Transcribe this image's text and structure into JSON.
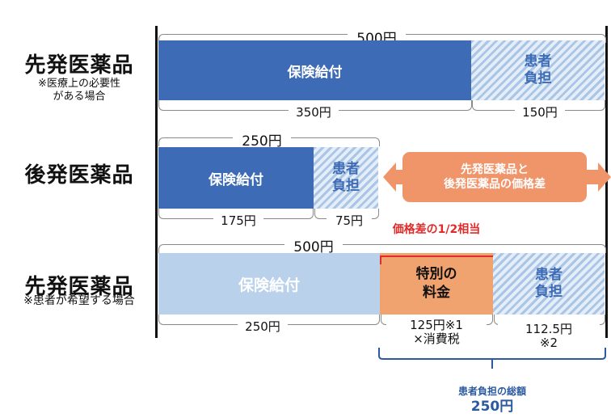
{
  "rows": {
    "brand_necessary": {
      "title": "先発医薬品",
      "note_line1": "※医療上の必要性",
      "note_line2": "がある場合",
      "total": "500円",
      "insurance": "保険給付",
      "patient_line1": "患者",
      "patient_line2": "負担",
      "insurance_amount": "350円",
      "patient_amount": "150円"
    },
    "generic": {
      "title": "後発医薬品",
      "total": "250円",
      "insurance": "保険給付",
      "patient_line1": "患者",
      "patient_line2": "負担",
      "insurance_amount": "175円",
      "patient_amount": "75円",
      "diff_line1": "先発医薬品と",
      "diff_line2": "後発医薬品の価格差"
    },
    "brand_requested": {
      "title": "先発医薬品",
      "note": "※患者が希望する場合",
      "total": "500円",
      "half_diff_label": "価格差の1/2相当",
      "insurance": "保険給付",
      "special_line1": "特別の",
      "special_line2": "料金",
      "patient_line1": "患者",
      "patient_line2": "負担",
      "insurance_amount": "250円",
      "special_amount_line1": "125円※1",
      "special_amount_line2": "×消費税",
      "patient_amount_line1": "112.5円",
      "patient_amount_line2": "※2",
      "total_burden_label": "患者負担の総額",
      "total_burden_value": "250円"
    }
  },
  "colors": {
    "insurance": "#3d6bb5",
    "insurance_light": "#b9d1ea",
    "patient_hatch": "#a9c6e6",
    "special": "#f0a26f",
    "arrow": "#f0956a",
    "accent_red": "#e02b2b",
    "total_burden": "#2b5aa0"
  }
}
